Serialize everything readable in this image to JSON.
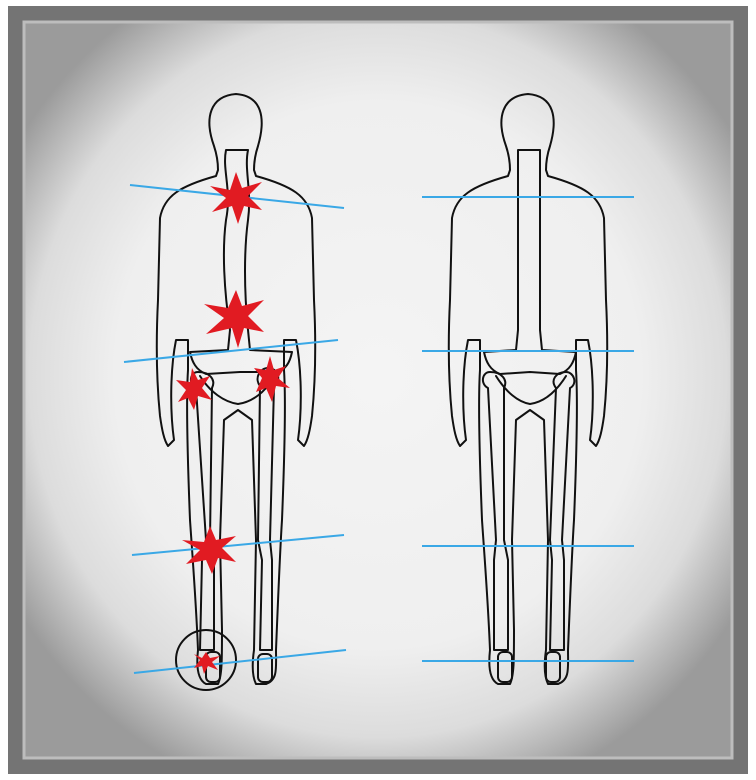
{
  "figure": {
    "description_free": true,
    "panels": [
      {
        "id": "left",
        "posture": "misaligned",
        "pain_points": [
          "upper-back",
          "lower-back",
          "right-hip",
          "left-hip",
          "knee",
          "ankle"
        ],
        "highlighted_region": "foot-circle",
        "reference_lines": 4
      },
      {
        "id": "right",
        "posture": "aligned",
        "pain_points": [],
        "reference_lines": 4
      }
    ]
  },
  "colors": {
    "frame_outer": "#6f6f6f",
    "frame_inner": "#f2f2f2",
    "outline": "#111111",
    "reference_line": "#3aa8e6",
    "pain_marker": "#e11b22"
  },
  "icons": [
    "pain-burst-icon"
  ]
}
